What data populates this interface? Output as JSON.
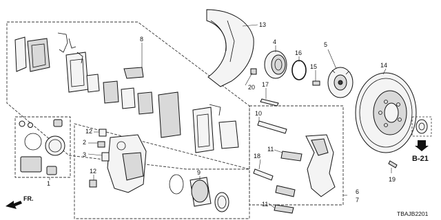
{
  "callouts": [
    "1",
    "2",
    "3",
    "4",
    "5",
    "6",
    "7",
    "8",
    "9",
    "10",
    "11",
    "11",
    "12",
    "12",
    "13",
    "14",
    "15",
    "16",
    "17",
    "18",
    "19",
    "20"
  ],
  "page_code": "TBAJB2201",
  "ref_label": "B-21",
  "direction_label": "FR.",
  "colors": {
    "line": "#111111",
    "fill": "#f4f4f4",
    "shade": "#d9d9d9",
    "dark": "#3a3a3a"
  }
}
